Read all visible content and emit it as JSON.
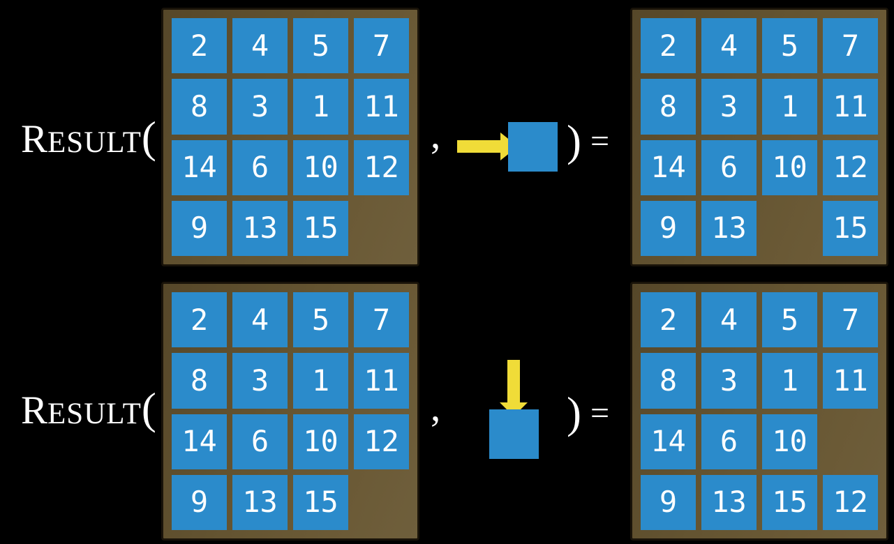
{
  "function_label": {
    "initial": "R",
    "rest": "ESULT",
    "open_paren": "(",
    "comma": ",",
    "close_paren": ")",
    "equals": "="
  },
  "colors": {
    "background": "#000000",
    "tile_blue": "#2B8BCB",
    "tile_text": "#FFFFFF",
    "frame_brown_dark": "#564729",
    "frame_brown_light": "#6F5F3C",
    "frame_border": "#191309",
    "arrow_yellow": "#F0DC38",
    "label_text": "#FFFFFF"
  },
  "examples": [
    {
      "action": "slide-tile-right",
      "arrow_direction": "right",
      "input_grid": [
        [
          "2",
          "4",
          "5",
          "7"
        ],
        [
          "8",
          "3",
          "1",
          "11"
        ],
        [
          "14",
          "6",
          "10",
          "12"
        ],
        [
          "9",
          "13",
          "15",
          null
        ]
      ],
      "output_grid": [
        [
          "2",
          "4",
          "5",
          "7"
        ],
        [
          "8",
          "3",
          "1",
          "11"
        ],
        [
          "14",
          "6",
          "10",
          "12"
        ],
        [
          "9",
          "13",
          null,
          "15"
        ]
      ]
    },
    {
      "action": "slide-tile-down",
      "arrow_direction": "down",
      "input_grid": [
        [
          "2",
          "4",
          "5",
          "7"
        ],
        [
          "8",
          "3",
          "1",
          "11"
        ],
        [
          "14",
          "6",
          "10",
          "12"
        ],
        [
          "9",
          "13",
          "15",
          null
        ]
      ],
      "output_grid": [
        [
          "2",
          "4",
          "5",
          "7"
        ],
        [
          "8",
          "3",
          "1",
          "11"
        ],
        [
          "14",
          "6",
          "10",
          null
        ],
        [
          "9",
          "13",
          "15",
          "12"
        ]
      ]
    }
  ]
}
